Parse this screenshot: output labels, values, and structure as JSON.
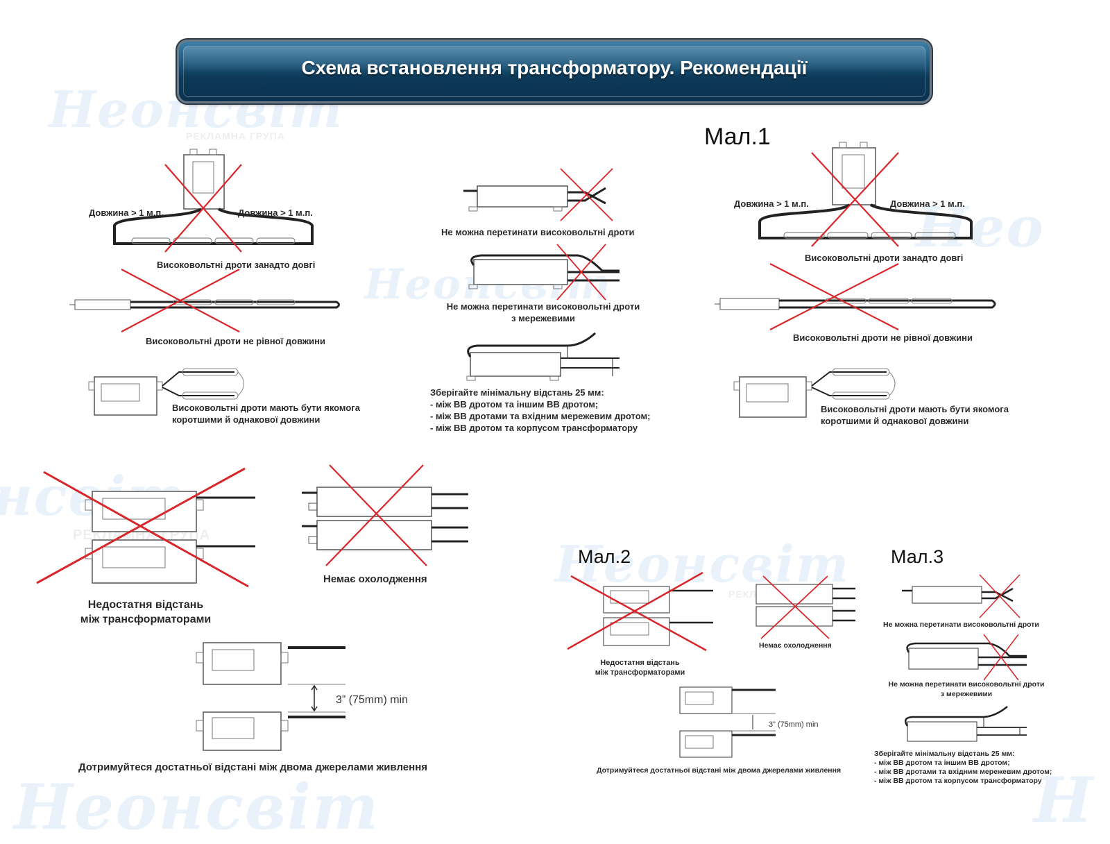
{
  "title": "Схема встановлення трансформатору. Рекомендації",
  "watermark": {
    "brand": "Неонсвіт",
    "tagline": "РЕКЛАМНА ГРУПА"
  },
  "figure_labels": {
    "fig1": "Мал.1",
    "fig2": "Мал.2",
    "fig3": "Мал.3"
  },
  "panel_left": {
    "length_left": "Довжина > 1 м.п.",
    "length_right": "Довжина > 1 м.п.",
    "too_long": "Високовольтні дроти занадто довгі",
    "unequal": "Високовольтні дроти не рівної довжини",
    "short_equal_1": "Високовольтні дроти мають бути якомога",
    "short_equal_2": "коротшими й однакової довжини"
  },
  "panel_middle": {
    "no_cross": "Не можна перетинати високовольтні дроти",
    "no_cross_mains_1": "Не можна перетинати високовольтні дроти",
    "no_cross_mains_2": "з мережевими",
    "min_dist_title": "Зберігайте мінімальну відстань 25 мм:",
    "min_dist_1": "- між ВВ дротом та іншим ВВ дротом;",
    "min_dist_2": "- між ВВ дротами та вхідним мережевим дротом;",
    "min_dist_3": "- між ВВ дротом та корпусом трансформатору"
  },
  "panel_right": {
    "length_left": "Довжина > 1 м.п.",
    "length_right": "Довжина > 1 м.п.",
    "too_long": "Високовольтні дроти занадто довгі",
    "unequal": "Високовольтні дроти не рівної довжини",
    "short_equal_1": "Високовольтні дроти мають бути якомога",
    "short_equal_2": "коротшими й однакової довжини"
  },
  "panel_bottom_left": {
    "no_cooling": "Немає охолодження",
    "insufficient_1": "Недостатня відстань",
    "insufficient_2": "між трансформаторами",
    "distance": "3” (75mm) min",
    "keep_distance": "Дотримуйтеся достатньої відстані між двома джерелами живлення"
  },
  "panel_fig2": {
    "no_cooling": "Немає охолодження",
    "insufficient_1": "Недостатня відстань",
    "insufficient_2": "між трансформаторами",
    "distance": "3” (75mm) min",
    "keep_distance": "Дотримуйтеся достатньої відстані між двома джерелами живлення"
  },
  "panel_fig3": {
    "no_cross": "Не можна перетинати високовольтні дроти",
    "no_cross_mains_1": "Не можна перетинати високовольтні дроти",
    "no_cross_mains_2": "з мережевими",
    "min_dist_title": "Зберігайте мінімальну відстань 25 мм:",
    "min_dist_1": "- між ВВ дротом та іншим ВВ дротом;",
    "min_dist_2": "- між ВВ дротами та вхідним мережевим дротом;",
    "min_dist_3": "- між ВВ дротом та корпусом трансформатору"
  },
  "colors": {
    "cross_red": "#d9262b",
    "title_bar": "#14476a",
    "watermark": "#e9f1fa"
  }
}
